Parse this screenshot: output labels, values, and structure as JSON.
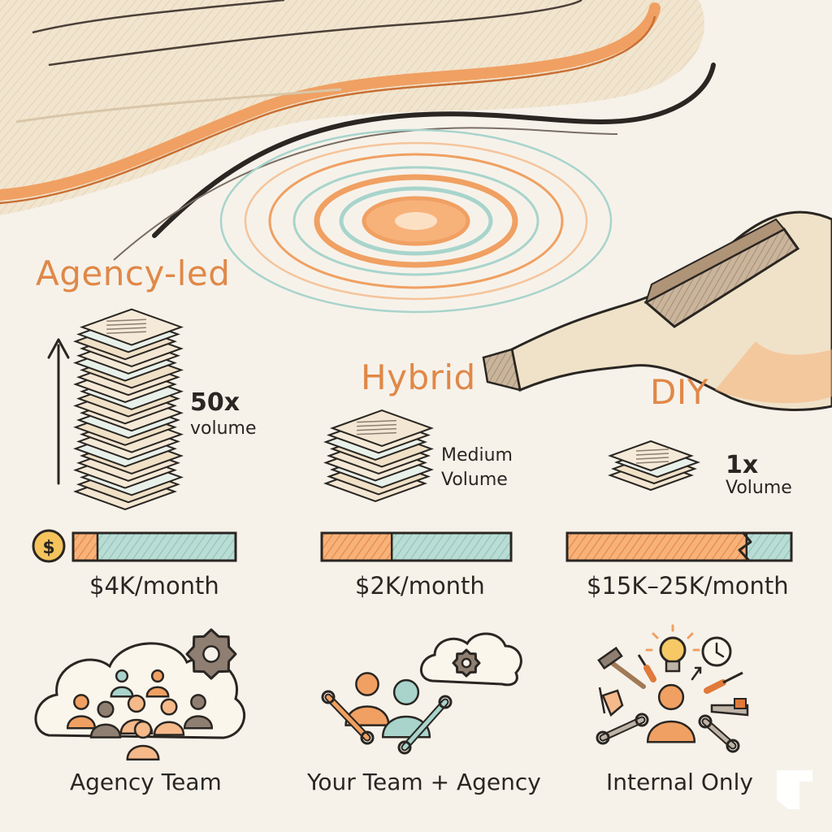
{
  "columns": [
    {
      "heading": "Agency-led",
      "volume_amount": "50x",
      "volume_word": "volume",
      "price": "$4K/month",
      "team": "Agency Team",
      "cost_fill": 0.15,
      "icon": "agency-team-crowd-icon"
    },
    {
      "heading": "Hybrid",
      "volume_amount": "Medium",
      "volume_word": "Volume",
      "price": "$2K/month",
      "team": "Your Team + Agency",
      "cost_fill": 0.37,
      "icon": "team-plus-agency-icon"
    },
    {
      "heading": "DIY",
      "volume_amount": "1x",
      "volume_word": "Volume",
      "price": "$15K–25K/month",
      "team": "Internal Only",
      "cost_fill": 0.8,
      "icon": "internal-tools-person-icon"
    }
  ],
  "colors": {
    "orange": "#f0a062",
    "teal": "#a8d4cc",
    "ink": "#2a2622",
    "heading": "#e08848",
    "paper": "#f6f2ea"
  },
  "icons": {
    "dollar": "dollar-coin-icon",
    "arrow": "up-arrow-icon",
    "gear": "gear-icon",
    "cloud": "cloud-icon",
    "wrench": "wrench-icon",
    "bulb": "lightbulb-icon",
    "clock": "clock-icon"
  }
}
